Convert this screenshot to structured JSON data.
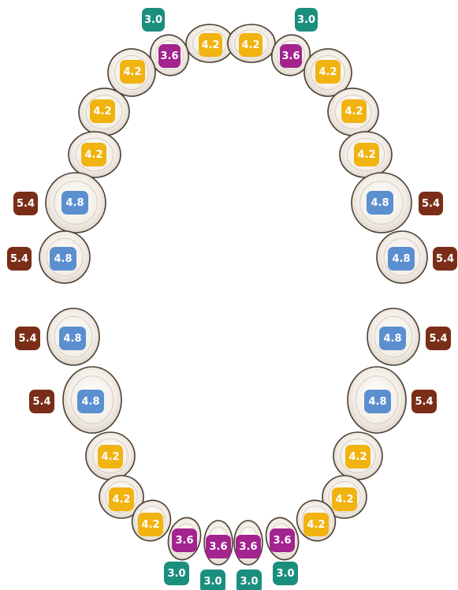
{
  "colors": {
    "teal": "#1b8f7e",
    "purple": "#a3238f",
    "yellow": "#f1b310",
    "blue": "#5b8fd0",
    "brown": "#7a2e17"
  },
  "upper": {
    "outer_left": [
      "3.0",
      "5.4",
      "5.4"
    ],
    "outer_right": [
      "3.0",
      "5.4",
      "5.4"
    ],
    "teeth_left": [
      "4.2",
      "3.6",
      "4.2",
      "4.2",
      "4.2",
      "4.8",
      "4.8"
    ],
    "teeth_right": [
      "4.2",
      "3.6",
      "4.2",
      "4.2",
      "4.2",
      "4.8",
      "4.8"
    ]
  },
  "lower": {
    "outer_left": [
      "5.4",
      "5.4",
      "3.0",
      "3.0"
    ],
    "outer_right": [
      "5.4",
      "5.4",
      "3.0",
      "3.0"
    ],
    "teeth_left": [
      "4.8",
      "4.8",
      "4.2",
      "4.2",
      "4.2",
      "3.6",
      "3.6"
    ],
    "teeth_right": [
      "4.8",
      "4.8",
      "4.2",
      "4.2",
      "4.2",
      "3.6",
      "3.6"
    ]
  }
}
